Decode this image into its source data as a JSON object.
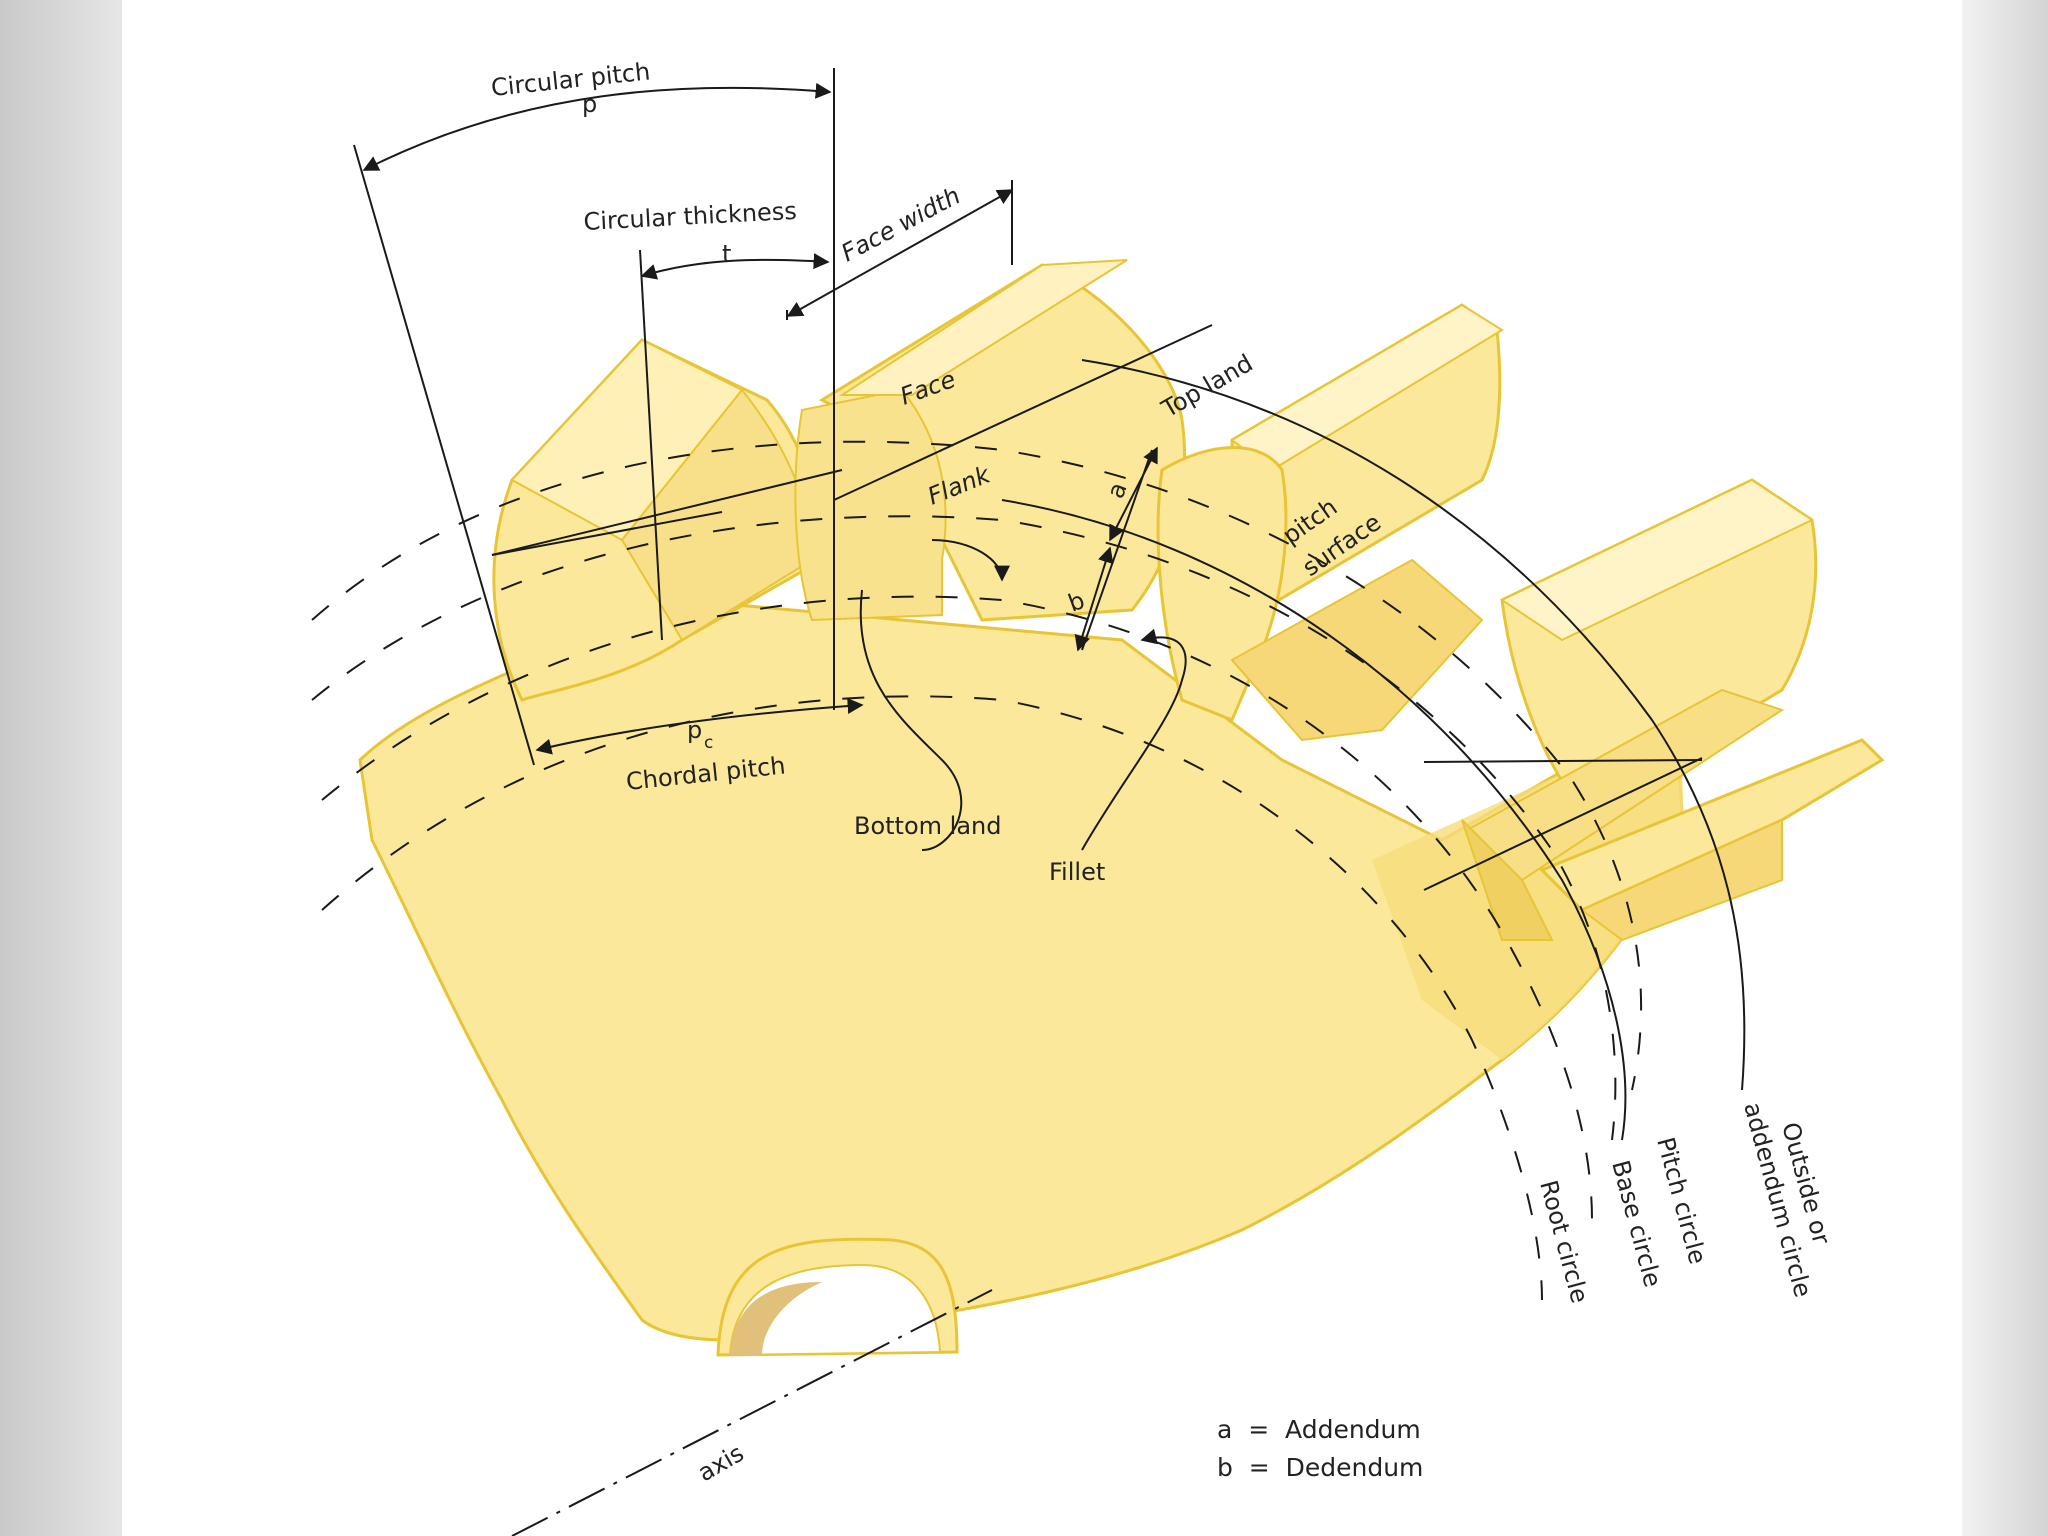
{
  "labels": {
    "circular_pitch": "Circular pitch",
    "p": "p",
    "circular_thickness": "Circular thickness",
    "t": "t",
    "face_width": "Face width",
    "face": "Face",
    "flank": "Flank",
    "top_land": "Top land",
    "pitch_surface_1": "pitch",
    "pitch_surface_2": "surface",
    "a": "a",
    "b": "b",
    "pc": "p",
    "pc_sub": "c",
    "chordal_pitch": "Chordal pitch",
    "bottom_land": "Bottom land",
    "fillet": "Fillet",
    "root_circle": "Root circle",
    "base_circle": "Base circle",
    "pitch_circle": "Pitch circle",
    "outside_1": "Outside or",
    "outside_2": "addendum circle",
    "axis": "axis"
  },
  "legend": {
    "a": "a  =  Addendum",
    "b": "b  =  Dedendum"
  },
  "colors": {
    "gear_fill": "#fbe89a",
    "gear_shade": "#f3d66a",
    "gear_edge": "#e8c536",
    "line": "#1a1a1a"
  }
}
